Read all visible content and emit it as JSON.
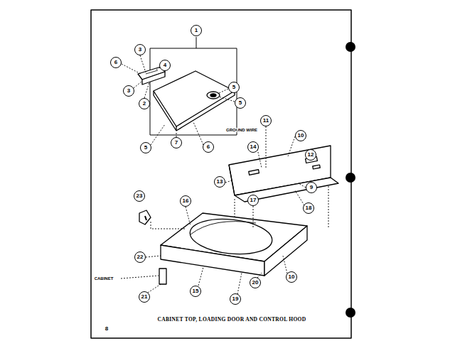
{
  "diagram": {
    "caption": "CABINET TOP, LOADING DOOR AND CONTROL HOOD",
    "labels": [
      "1",
      "3",
      "6",
      "4",
      "3",
      "2",
      "5",
      "5",
      "5",
      "7",
      "6",
      "11",
      "GROUND WIRE",
      "14",
      "10",
      "12",
      "13",
      "9",
      "18",
      "23",
      "16",
      "17",
      "22",
      "CABINET",
      "21",
      "15",
      "19",
      "20",
      "10",
      "8"
    ]
  }
}
